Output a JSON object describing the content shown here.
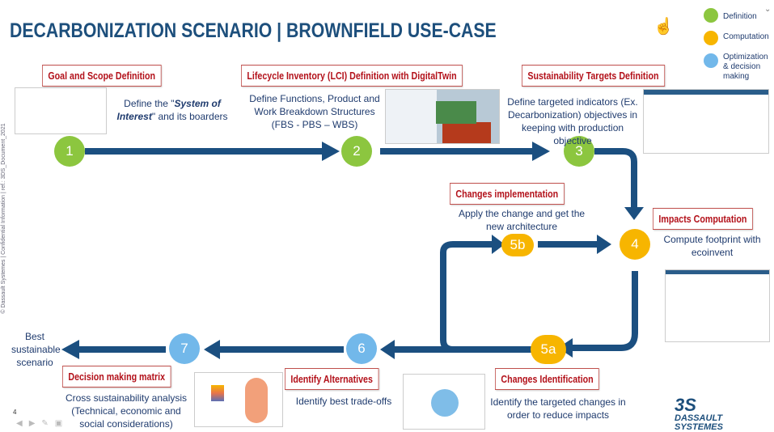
{
  "title": "DECARBONIZATION SCENARIO | BROWNFIELD USE-CASE",
  "legend": [
    {
      "label": "Definition",
      "color": "#8cc63f"
    },
    {
      "label": "Computation",
      "color": "#f7b500"
    },
    {
      "label": "Optimization & decision making",
      "color": "#72b8ea"
    }
  ],
  "steps": {
    "s1": {
      "num": "1",
      "label": "Goal and Scope Definition",
      "desc_pre": "Define the \"",
      "desc_em": "System of Interest",
      "desc_post": "\" and its boarders"
    },
    "s2": {
      "num": "2",
      "label": "Lifecycle Inventory (LCI) Definition with DigitalTwin",
      "desc": "Define Functions, Product and Work Breakdown Structures (FBS - PBS – WBS)"
    },
    "s3": {
      "num": "3",
      "label": "Sustainability Targets Definition",
      "desc": "Define targeted indicators (Ex. Decarbonization) objectives in keeping with production objective"
    },
    "s4": {
      "num": "4",
      "label": "Impacts Computation",
      "desc": "Compute footprint with ecoinvent"
    },
    "s5b": {
      "num": "5b",
      "label": "Changes implementation",
      "desc": "Apply the change and get the new architecture"
    },
    "s5a": {
      "num": "5a",
      "label": "Changes Identification",
      "desc": "Identify the targeted changes in order to reduce impacts"
    },
    "s6": {
      "num": "6",
      "label": "Identify Alternatives",
      "desc": "Identify best trade-offs"
    },
    "s7": {
      "num": "7",
      "label": "Decision making matrix",
      "desc": "Cross sustainability analysis (Technical, economic and social considerations)"
    }
  },
  "end_label": "Best sustainable scenario",
  "side_text": "© Dassault Systemes | Confidential Information | ref.: 3DS_Document_2021",
  "page_number": "4",
  "logo": "DASSAULT SYSTEMES",
  "colors": {
    "arrow": "#1b4f80",
    "label_border": "#c0504d",
    "label_text": "#b3121b"
  }
}
